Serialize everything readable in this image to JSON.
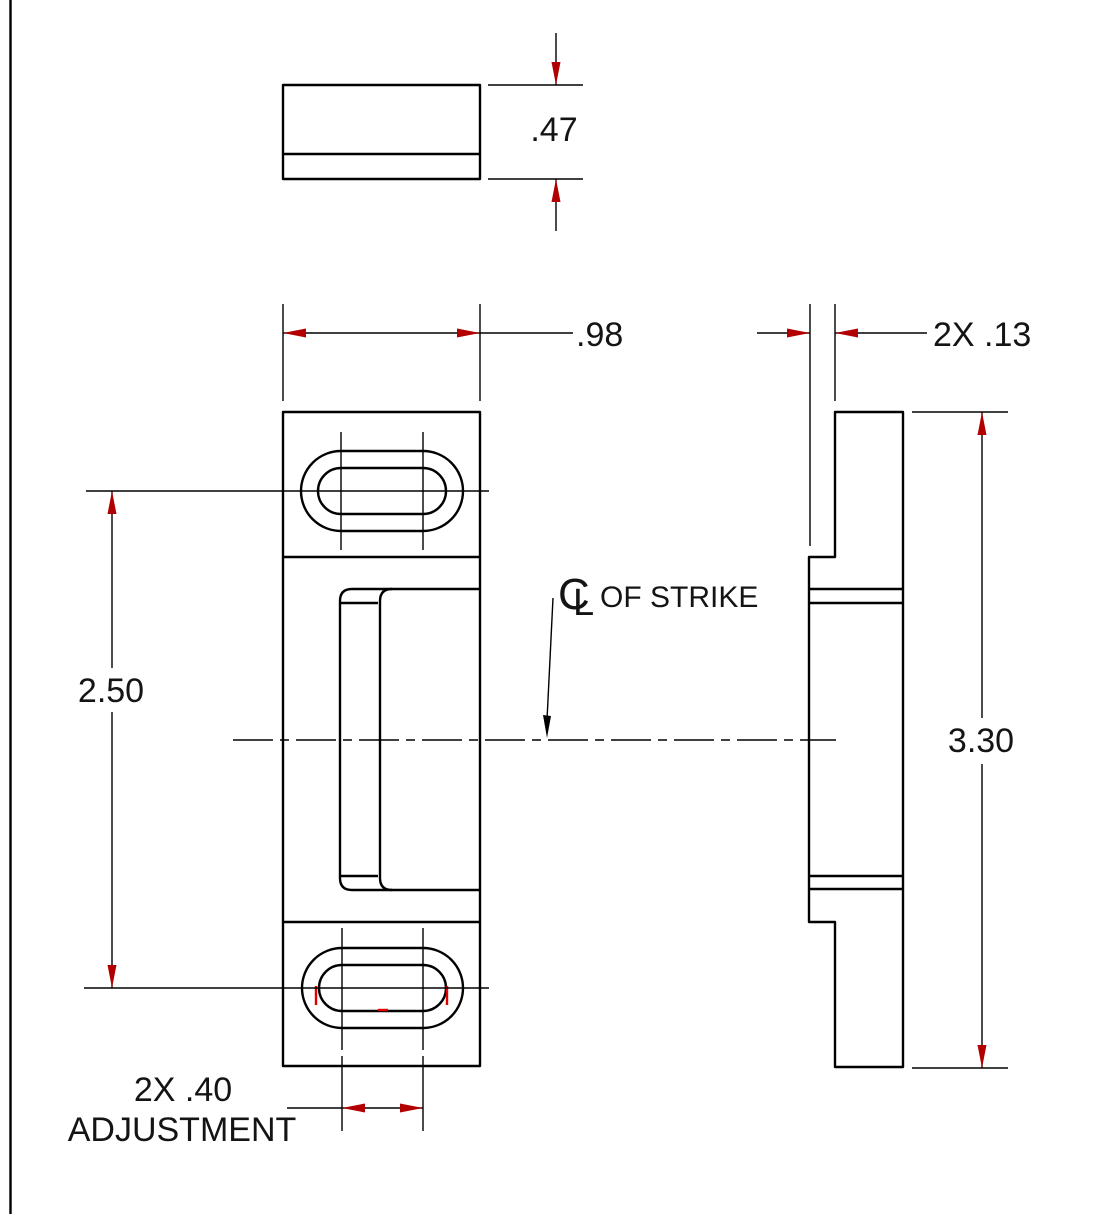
{
  "sheet": {
    "background": "#ffffff",
    "line_color": "#000000",
    "arrow_color": "#b20000",
    "highlight_color": "#e00000"
  },
  "dims": {
    "thickness": ".47",
    "width": ".98",
    "offset": "2X .13",
    "height": "3.30",
    "slot_spacing": "2.50",
    "adjustment_value": "2X .40",
    "adjustment_word": "ADJUSTMENT"
  },
  "callout": {
    "c": "C",
    "l": "L",
    "text": "OF STRIKE"
  }
}
